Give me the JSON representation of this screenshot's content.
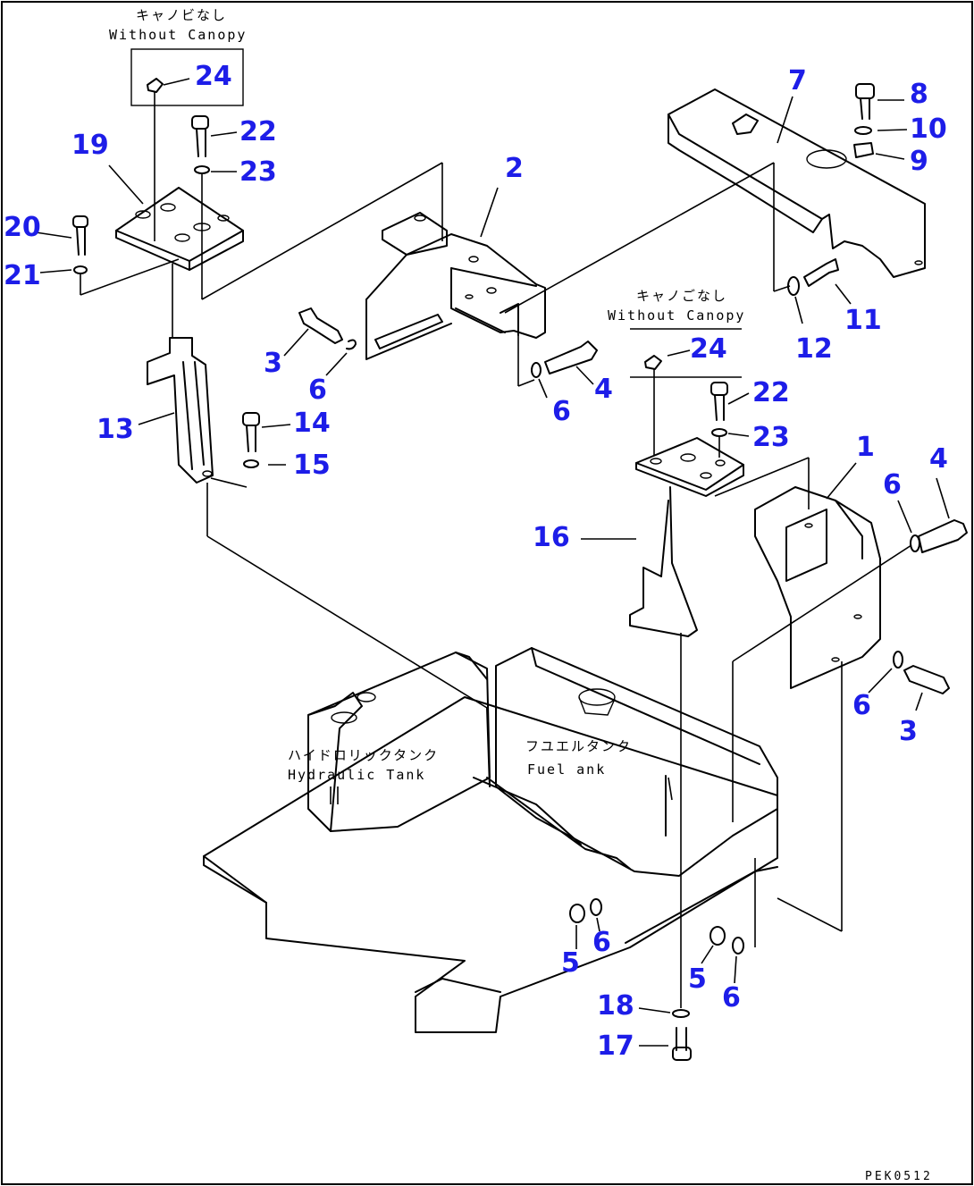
{
  "callouts": {
    "n1": "1",
    "n2": "2",
    "n3a": "3",
    "n3b": "3",
    "n4a": "4",
    "n4b": "4",
    "n5a": "5",
    "n5b": "5",
    "n6a": "6",
    "n6b": "6",
    "n6c": "6",
    "n6d": "6",
    "n6e": "6",
    "n6f": "6",
    "n7": "7",
    "n8": "8",
    "n9": "9",
    "n10": "10",
    "n11": "11",
    "n12": "12",
    "n13": "13",
    "n14": "14",
    "n15": "15",
    "n16": "16",
    "n17": "17",
    "n18": "18",
    "n19": "19",
    "n20": "20",
    "n21": "21",
    "n22a": "22",
    "n22b": "22",
    "n23a": "23",
    "n23b": "23",
    "n24a": "24",
    "n24b": "24"
  },
  "labels": {
    "without_canopy_jp_1": "キャノビなし",
    "without_canopy_en_1": "Without Canopy",
    "without_canopy_jp_2": "キャノごなし",
    "without_canopy_en_2": "Without Canopy",
    "hydraulic_tank_jp": "ハイドロリックタンク",
    "hydraulic_tank_en": "Hydraulic Tank",
    "fuel_tank_jp": "フユエルタンク",
    "fuel_tank_en": "Fuel ank"
  },
  "drawing_code": "PEK0512",
  "colors": {
    "callout": "#1d1de8",
    "line": "#000000",
    "background": "#ffffff"
  }
}
